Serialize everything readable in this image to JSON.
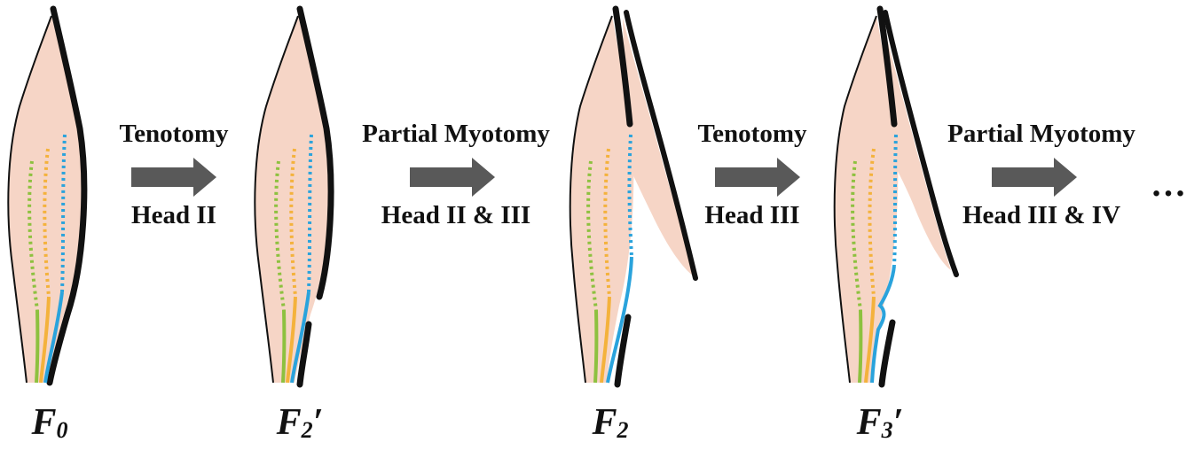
{
  "stages": [
    {
      "id": "F0",
      "base": "F",
      "sub": "0",
      "prime": ""
    },
    {
      "id": "F2prime",
      "base": "F",
      "sub": "2",
      "prime": "′"
    },
    {
      "id": "F2",
      "base": "F",
      "sub": "2",
      "prime": ""
    },
    {
      "id": "F3prime",
      "base": "F",
      "sub": "3",
      "prime": "′"
    }
  ],
  "transitions": [
    {
      "procedure": "Tenotomy",
      "target": "Head II"
    },
    {
      "procedure": "Partial Myotomy",
      "target": "Head II & III"
    },
    {
      "procedure": "Tenotomy",
      "target": "Head III"
    },
    {
      "procedure": "Partial Myotomy",
      "target": "Head III & IV"
    }
  ],
  "continuation": "…",
  "colors": {
    "muscle_fill": "#f6d5c6",
    "outline": "#111111",
    "arrow": "#595959",
    "head_green": "#8dc13f",
    "head_orange": "#f4b23c",
    "head_blue": "#2aa3dc"
  }
}
